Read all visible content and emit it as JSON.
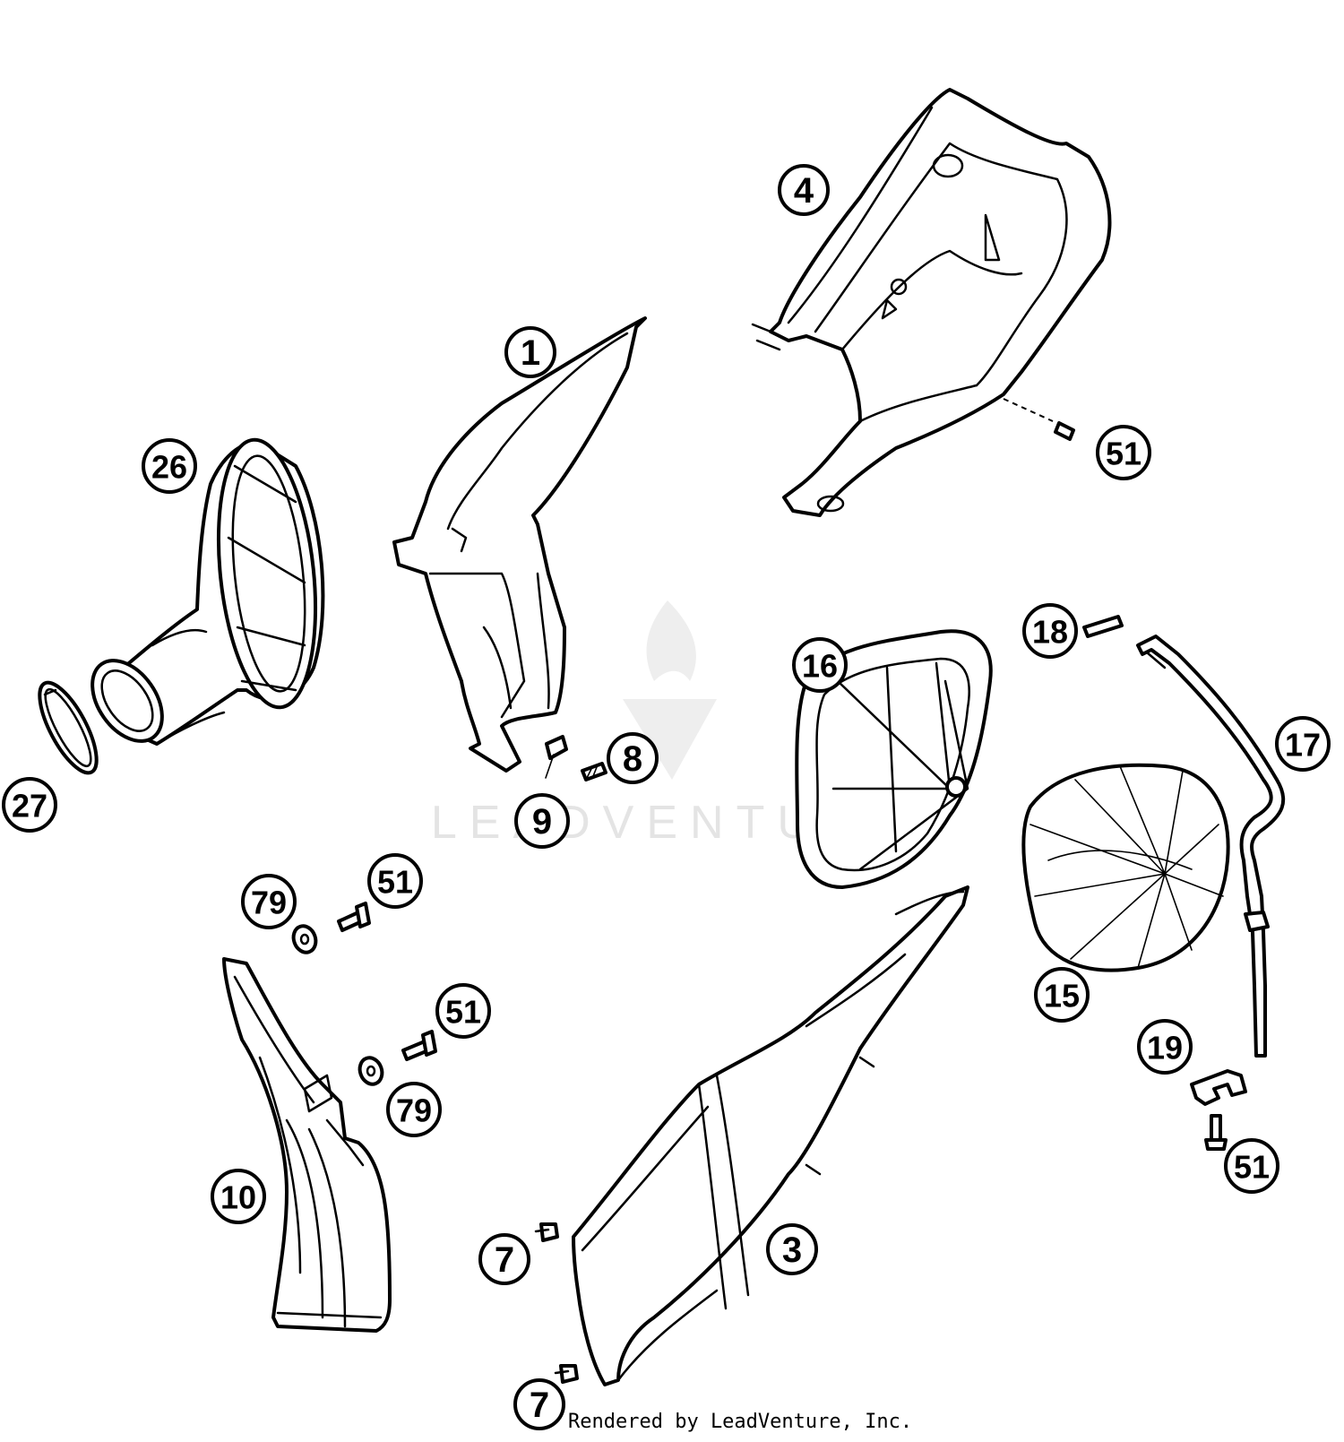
{
  "callouts": {
    "c1": "1",
    "c4": "4",
    "c26": "26",
    "c51_top": "51",
    "c27": "27",
    "c9": "9",
    "c8": "8",
    "c16": "16",
    "c18": "18",
    "c17": "17",
    "c15": "15",
    "c79_upper": "79",
    "c51_upper_left": "51",
    "c51_mid": "51",
    "c79_lower": "79",
    "c10": "10",
    "c3": "3",
    "c19": "19",
    "c51_bottom_right": "51",
    "c7_upper": "7",
    "c7_lower": "7"
  },
  "watermark": {
    "text": "LEADVENTURE"
  },
  "footer": {
    "credit": "Rendered by LeadVenture, Inc."
  }
}
